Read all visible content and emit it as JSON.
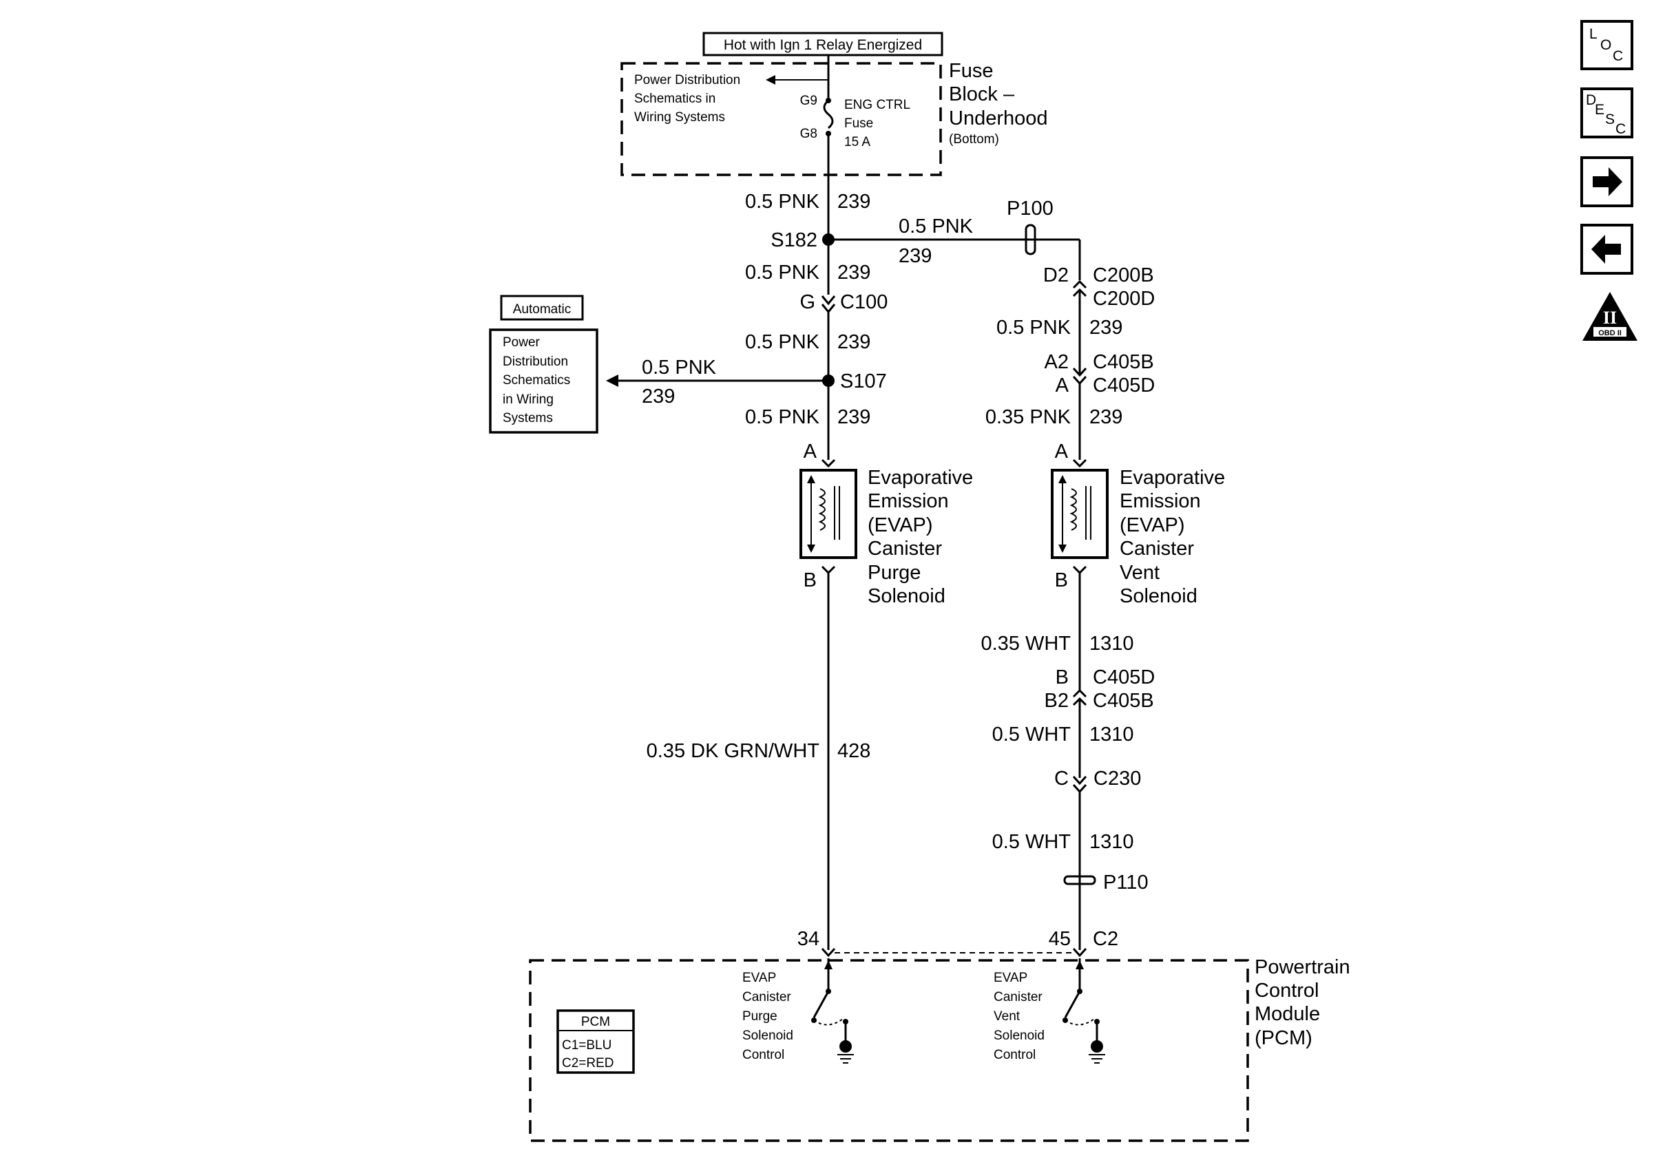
{
  "header": {
    "relay_label": "Hot with Ign 1 Relay Energized"
  },
  "fuse_block": {
    "name": [
      "Fuse",
      "Block –",
      "Underhood"
    ],
    "sub": "(Bottom)",
    "pds_ref": [
      "Power Distribution",
      "Schematics in",
      "Wiring Systems"
    ],
    "pin_top": "G9",
    "pin_bottom": "G8",
    "fuse_label": [
      "ENG CTRL",
      "Fuse",
      "15 A"
    ]
  },
  "left_circuit": {
    "w1": {
      "gauge": "0.5 PNK",
      "circuit": "239"
    },
    "splice_s182": "S182",
    "w2": {
      "gauge": "0.5 PNK",
      "circuit": "239"
    },
    "conn_c100": {
      "pin": "G",
      "name": "C100"
    },
    "w3": {
      "gauge": "0.5 PNK",
      "circuit": "239"
    },
    "splice_s107": "S107",
    "branch": {
      "gauge": "0.5 PNK",
      "circuit": "239"
    },
    "w4": {
      "gauge": "0.5 PNK",
      "circuit": "239"
    },
    "pin_a": "A",
    "pin_b": "B",
    "purge_solenoid": [
      "Evaporative",
      "Emission",
      "(EVAP)",
      "Canister",
      "Purge",
      "Solenoid"
    ],
    "w5": {
      "gauge": "0.35 DK GRN/WHT",
      "circuit": "428"
    },
    "pcm_pin": "34"
  },
  "automatic_box": {
    "tag": "Automatic",
    "text": [
      "Power",
      "Distribution",
      "Schematics",
      "in Wiring",
      "Systems"
    ]
  },
  "right_circuit": {
    "cross": {
      "gauge": "0.5 PNK",
      "circuit": "239"
    },
    "p100": "P100",
    "c200": {
      "pin": "D2",
      "top": "C200B",
      "bottom": "C200D"
    },
    "w1": {
      "gauge": "0.5 PNK",
      "circuit": "239"
    },
    "c405a": {
      "pin_top": "A2",
      "pin_bottom": "A",
      "top": "C405B",
      "bottom": "C405D"
    },
    "w2": {
      "gauge": "0.35 PNK",
      "circuit": "239"
    },
    "pin_a": "A",
    "pin_b": "B",
    "vent_solenoid": [
      "Evaporative",
      "Emission",
      "(EVAP)",
      "Canister",
      "Vent",
      "Solenoid"
    ],
    "w3": {
      "gauge": "0.35 WHT",
      "circuit": "1310"
    },
    "c405b": {
      "pin_top": "B",
      "pin_bottom": "B2",
      "top": "C405D",
      "bottom": "C405B"
    },
    "w4": {
      "gauge": "0.5 WHT",
      "circuit": "1310"
    },
    "c230": {
      "pin": "C",
      "name": "C230"
    },
    "w5": {
      "gauge": "0.5 WHT",
      "circuit": "1310"
    },
    "p110": "P110",
    "pcm_pin": "45",
    "pcm_conn": "C2"
  },
  "pcm": {
    "name": [
      "Powertrain",
      "Control",
      "Module",
      "(PCM)"
    ],
    "legend_title": "PCM",
    "legend_lines": [
      "C1=BLU",
      "C2=RED"
    ],
    "purge_control": [
      "EVAP",
      "Canister",
      "Purge",
      "Solenoid",
      "Control"
    ],
    "vent_control": [
      "EVAP",
      "Canister",
      "Vent",
      "Solenoid",
      "Control"
    ]
  },
  "nav": {
    "loc": [
      "L",
      "O",
      "C"
    ],
    "desc": [
      "D",
      "E",
      "S",
      "C"
    ],
    "next_icon": "right-arrow-icon",
    "prev_icon": "left-arrow-icon",
    "obd_roman": "II",
    "obd_label": "OBD II"
  }
}
